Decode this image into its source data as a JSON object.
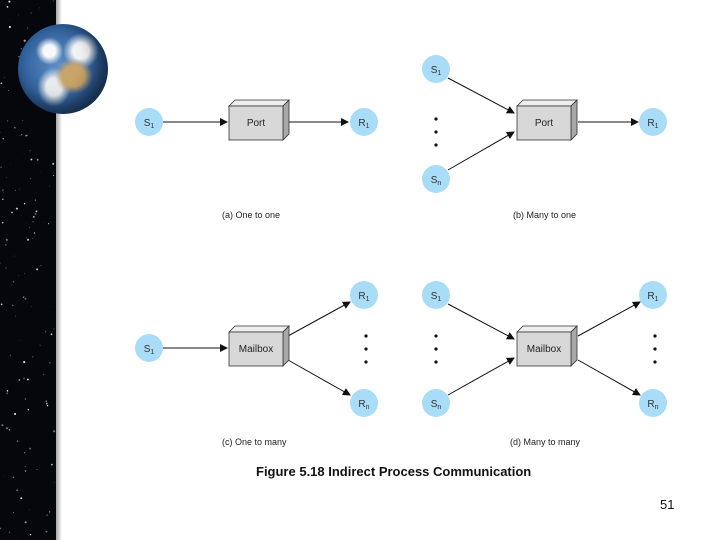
{
  "colors": {
    "node_fill": "#a9dcf6",
    "box_front": "#d8d8d8",
    "box_top": "#efefef",
    "box_side": "#a8a8a8",
    "space_background": "#05070d"
  },
  "decorations": {
    "planet": "earth-globe-icon"
  },
  "diagram": {
    "a": {
      "caption": "(a) One to one",
      "box": "Port",
      "sender": "S",
      "sender_sub": "1",
      "receiver": "R",
      "receiver_sub": "1"
    },
    "b": {
      "caption": "(b) Many to one",
      "box": "Port",
      "sender_top": "S",
      "sender_top_sub": "1",
      "sender_bottom": "S",
      "sender_bottom_sub": "n",
      "receiver": "R",
      "receiver_sub": "1"
    },
    "c": {
      "caption": "(c) One to many",
      "box": "Mailbox",
      "sender": "S",
      "sender_sub": "1",
      "receiver_top": "R",
      "receiver_top_sub": "1",
      "receiver_bottom": "R",
      "receiver_bottom_sub": "n"
    },
    "d": {
      "caption": "(d) Many to many",
      "box": "Mailbox",
      "sender_top": "S",
      "sender_top_sub": "1",
      "sender_bottom": "S",
      "sender_bottom_sub": "n",
      "receiver_top": "R",
      "receiver_top_sub": "1",
      "receiver_bottom": "R",
      "receiver_bottom_sub": "n"
    }
  },
  "figure_title": "Figure 5.18   Indirect Process Communication",
  "page_number": "51"
}
